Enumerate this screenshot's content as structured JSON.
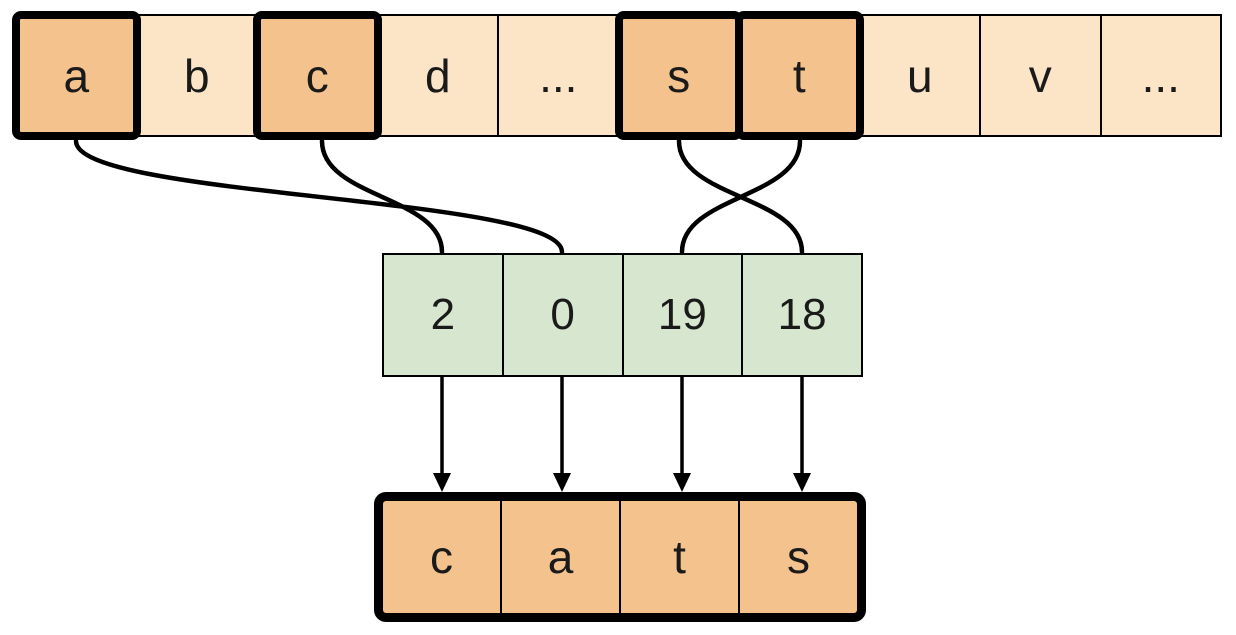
{
  "diagram": {
    "kind": "array-indexing-gather",
    "alphabet_row": {
      "cells": [
        {
          "label": "a",
          "highlighted": true
        },
        {
          "label": "b",
          "highlighted": false
        },
        {
          "label": "c",
          "highlighted": true
        },
        {
          "label": "d",
          "highlighted": false
        },
        {
          "label": "...",
          "highlighted": false
        },
        {
          "label": "s",
          "highlighted": true
        },
        {
          "label": "t",
          "highlighted": true
        },
        {
          "label": "u",
          "highlighted": false
        },
        {
          "label": "v",
          "highlighted": false
        },
        {
          "label": "...",
          "highlighted": false
        }
      ]
    },
    "index_row": {
      "cells": [
        {
          "value": "2"
        },
        {
          "value": "0"
        },
        {
          "value": "19"
        },
        {
          "value": "18"
        }
      ]
    },
    "output_row": {
      "cells": [
        {
          "letter": "c"
        },
        {
          "letter": "a"
        },
        {
          "letter": "t"
        },
        {
          "letter": "s"
        }
      ]
    },
    "connections": [
      {
        "from_letter": "a",
        "to_index_value": "0"
      },
      {
        "from_letter": "c",
        "to_index_value": "2"
      },
      {
        "from_letter": "s",
        "to_index_value": "18"
      },
      {
        "from_letter": "t",
        "to_index_value": "19"
      }
    ],
    "colors": {
      "alphabet_cell_fill": "#fce4c7",
      "highlight_cell_fill": "#f4c28c",
      "index_cell_fill": "#d7e7cf",
      "output_cell_fill": "#f4c28c",
      "stroke": "#000000",
      "background": "#ffffff"
    }
  }
}
